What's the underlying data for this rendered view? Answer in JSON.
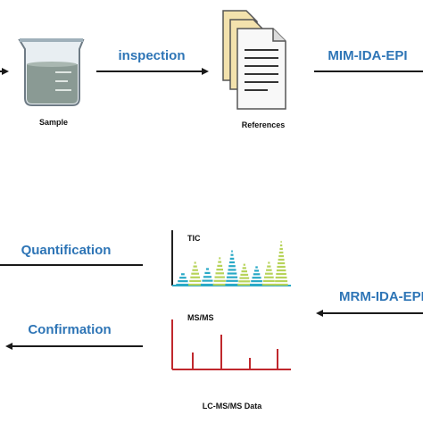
{
  "labels": {
    "sample": "Sample",
    "inspection": "inspection",
    "references": "References",
    "mim": "MIM-IDA-EPI",
    "quantification": "Quantification",
    "confirmation": "Confirmation",
    "tic": "TIC",
    "msms": "MS/MS",
    "mrm": "MRM-IDA-EPI",
    "lcms": "LC-MS/MS Data"
  },
  "colors": {
    "label_blue": "#2e75b6",
    "arrow": "#1a1a1a",
    "msms_red": "#c0282d",
    "tic_cyan": "#29a9c6",
    "tic_green": "#b7d35a"
  },
  "tic_peaks": [
    {
      "position": 1,
      "height": 0.3,
      "color": "cyan"
    },
    {
      "position": 2,
      "height": 0.55,
      "color": "green"
    },
    {
      "position": 3,
      "height": 0.42,
      "color": "cyan"
    },
    {
      "position": 4,
      "height": 0.65,
      "color": "green"
    },
    {
      "position": 5,
      "height": 0.8,
      "color": "cyan"
    },
    {
      "position": 6,
      "height": 0.5,
      "color": "green"
    },
    {
      "position": 7,
      "height": 0.45,
      "color": "cyan"
    },
    {
      "position": 8,
      "height": 0.55,
      "color": "green"
    },
    {
      "position": 9,
      "height": 1.0,
      "color": "green"
    }
  ],
  "msms_peaks": [
    {
      "position": 1,
      "height": 0.45
    },
    {
      "position": 2,
      "height": 0.95
    },
    {
      "position": 3,
      "height": 0.3
    },
    {
      "position": 4,
      "height": 0.55
    }
  ]
}
